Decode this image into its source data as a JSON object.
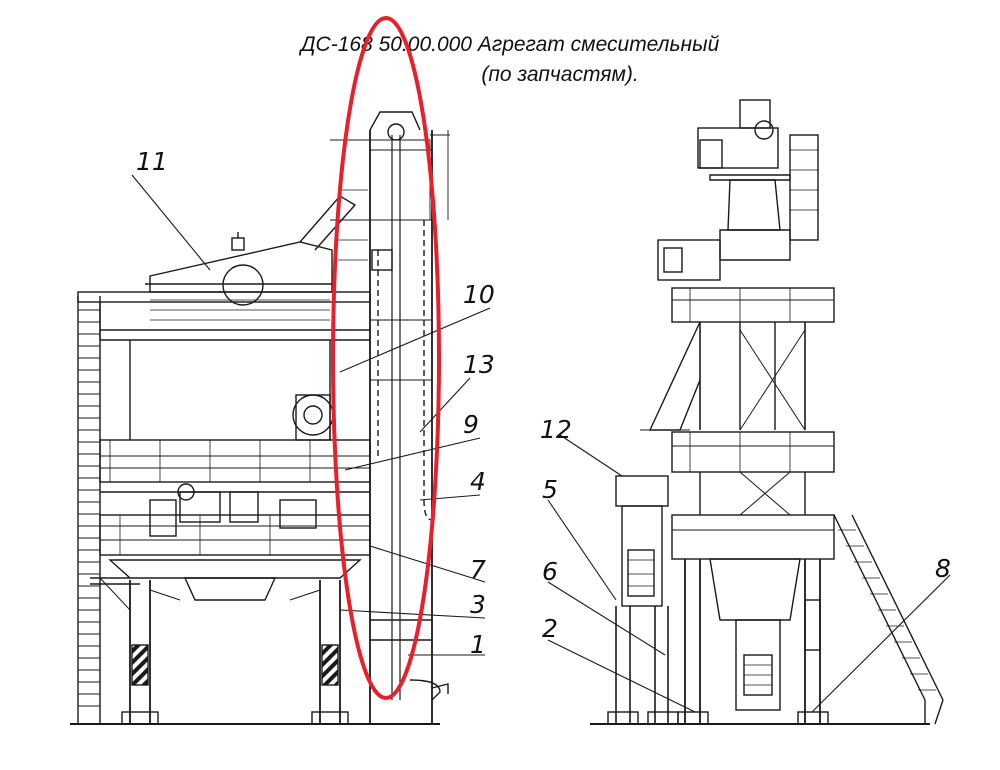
{
  "title": {
    "line1": "ДС-168 50.00.000 Агрегат смесительный",
    "line2": "(по запчастям)."
  },
  "colors": {
    "drawing": "#1a1a1a",
    "highlight": "#e8202a",
    "background": "#ffffff"
  },
  "callouts": {
    "c1": "1",
    "c2": "2",
    "c3": "3",
    "c4": "4",
    "c5": "5",
    "c6": "6",
    "c7": "7",
    "c8": "8",
    "c9": "9",
    "c10": "10",
    "c11": "11",
    "c12": "12",
    "c13": "13"
  },
  "highlight_shape": "ellipse"
}
